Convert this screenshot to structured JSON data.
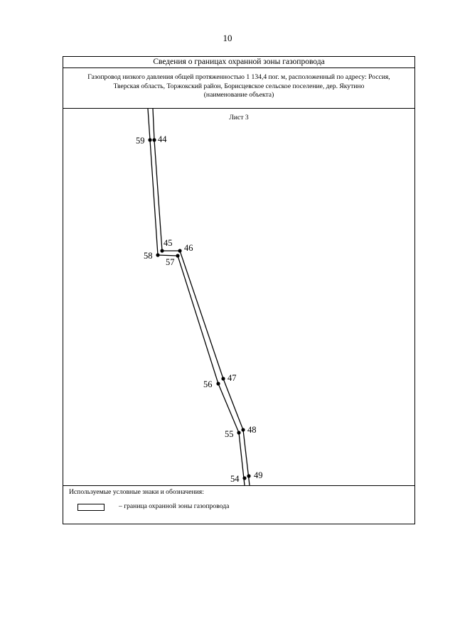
{
  "page_number": "10",
  "header": {
    "title": "Сведения о границах охранной зоны газопровода",
    "description_line1": "Газопровод низкого давления общей протяженностью 1 134,4 пог. м, расположенный по адресу: Россия,",
    "description_line2": "Тверская область, Торжокский район, Борисцевское сельское поселение, дер. Якутино",
    "description_line3": "(наименование объекта)"
  },
  "map": {
    "sheet_label": "Лист 3",
    "points": [
      "44",
      "45",
      "46",
      "47",
      "48",
      "49",
      "54",
      "55",
      "56",
      "57",
      "58",
      "59"
    ]
  },
  "legend": {
    "title": "Используемые условные знаки и обозначения:",
    "item_text": "–  граница охранной зоны газопровода"
  }
}
